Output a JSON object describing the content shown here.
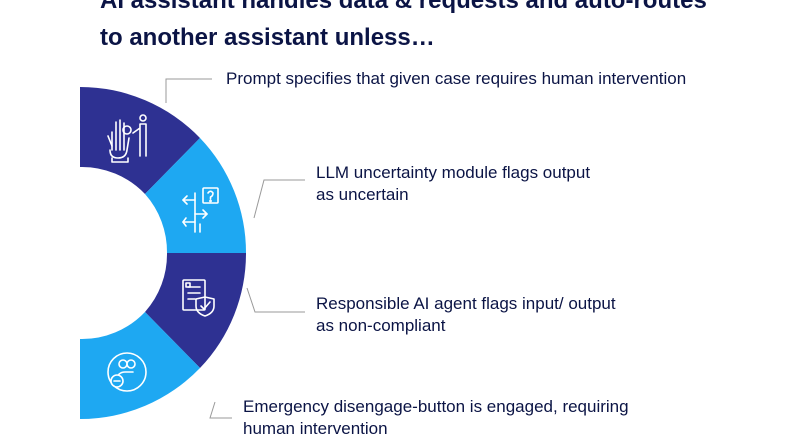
{
  "title": {
    "line1": "AI assistant handles data & requests and auto-routes",
    "line2": "to another assistant unless…"
  },
  "items": [
    {
      "lines": [
        "Prompt specifies that given case requires human intervention"
      ],
      "icon": "hand-gear-person-icon",
      "color": "#2e3192"
    },
    {
      "lines": [
        "LLM uncertainty module flags output",
        "as uncertain"
      ],
      "icon": "signpost-question-icon",
      "color": "#1ea8f2"
    },
    {
      "lines": [
        "Responsible AI agent flags input/ output",
        "as non-compliant"
      ],
      "icon": "document-shield-check-icon",
      "color": "#2e3192"
    },
    {
      "lines": [
        "Emergency disengage-button is engaged, requiring",
        "human intervention"
      ],
      "icon": "people-circle-minus-icon",
      "color": "#1ea8f2"
    }
  ]
}
